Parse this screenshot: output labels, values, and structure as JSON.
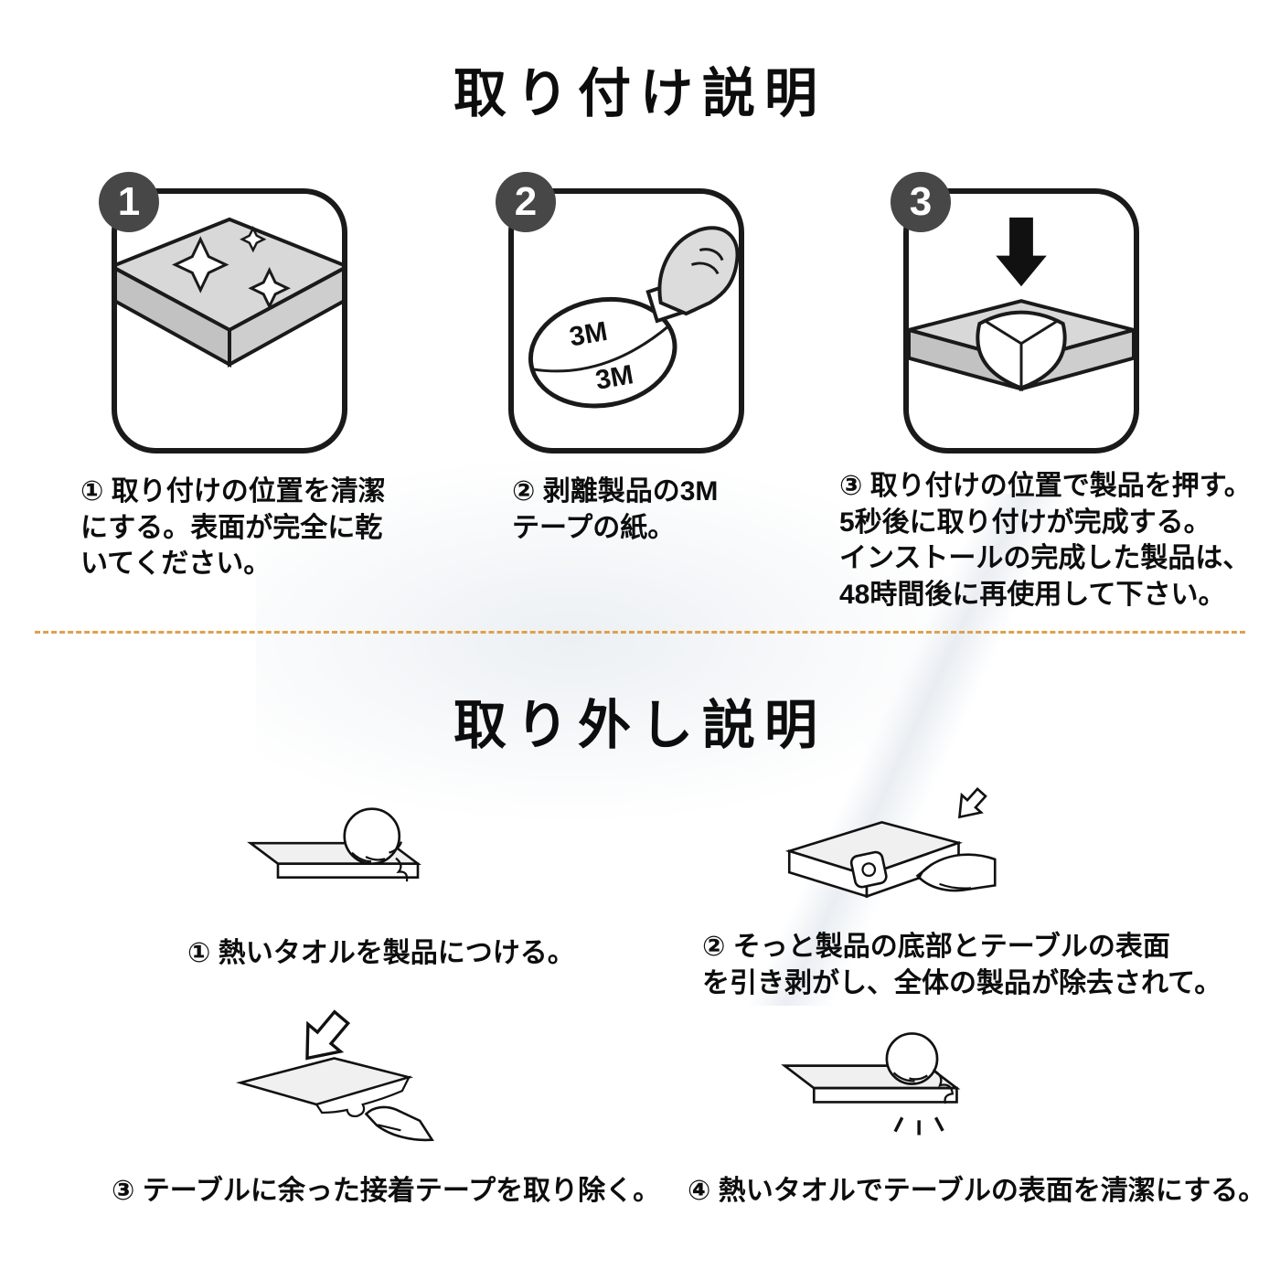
{
  "install": {
    "title": "取り付け説明",
    "tape_label": "3M",
    "steps": [
      {
        "number": "1",
        "caption": "① 取り付けの位置を清潔\nにする。表面が完全に乾\nいてください。"
      },
      {
        "number": "2",
        "caption": "② 剥離製品の3M\nテープの紙。"
      },
      {
        "number": "3",
        "caption": "③ 取り付けの位置で製品を押す。\n5秒後に取り付けが完成する。\nインストールの完成した製品は、\n48時間後に再使用して下さい。"
      }
    ]
  },
  "removal": {
    "title": "取り外し説明",
    "steps": [
      {
        "caption": "① 熱いタオルを製品につける。"
      },
      {
        "caption": "② そっと製品の底部とテーブルの表面\nを引き剥がし、全体の製品が除去されて。"
      },
      {
        "caption": "③ テーブルに余った接着テープを取り除く。"
      },
      {
        "caption": "④ 熱いタオルでテーブルの表面を清潔にする。"
      }
    ]
  },
  "colors": {
    "divider_dash": "#dfa14c",
    "badge_bg": "#474747",
    "icon_border": "#1a1a1a",
    "surface_light": "#d8d8d8",
    "surface_mid": "#c2c2c2"
  }
}
